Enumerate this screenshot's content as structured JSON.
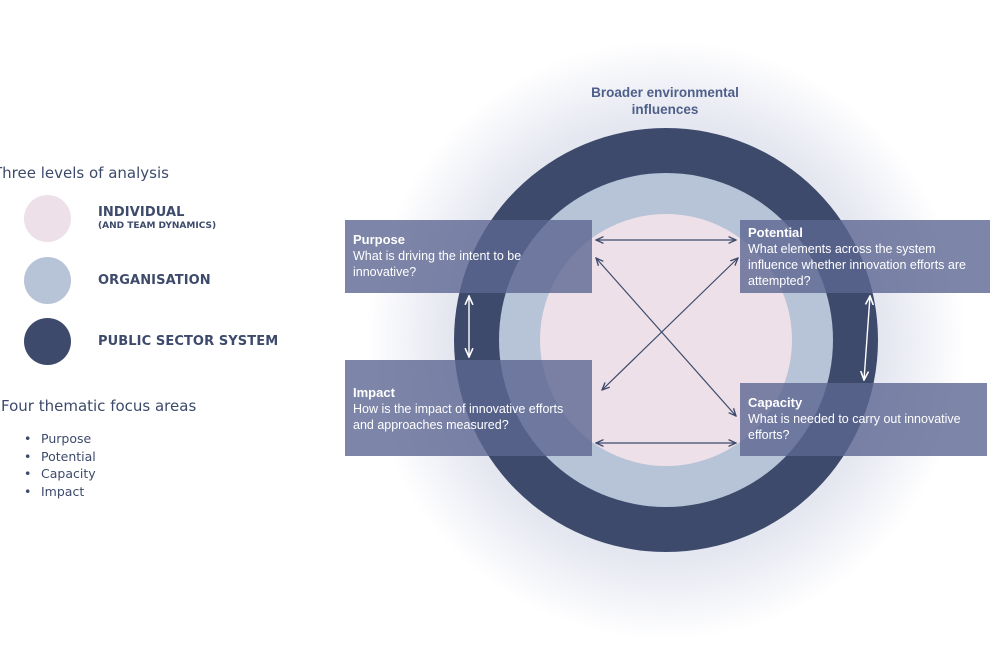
{
  "legend": {
    "levels_heading": "Three levels of analysis",
    "levels": [
      {
        "label": "INDIVIDUAL",
        "sub": "(AND TEAM DYNAMICS)",
        "color": "#ede0e8"
      },
      {
        "label": "ORGANISATION",
        "sub": "",
        "color": "#b7c3d6"
      },
      {
        "label": "PUBLIC SECTOR SYSTEM",
        "sub": "",
        "color": "#3d4a6b"
      }
    ],
    "focus_heading": "Four thematic focus areas",
    "focus_areas": [
      "Purpose",
      "Potential",
      "Capacity",
      "Impact"
    ]
  },
  "diagram": {
    "environment_label": "Broader environmental influences",
    "colors": {
      "halo": "#e4e6f0",
      "outer_ring": "#3d4a6b",
      "middle_ring": "#b7c3d6",
      "inner_circle": "#ede0e8",
      "box": "#5c6692",
      "arrow_dark": "#3d4a6b",
      "arrow_light": "#ffffff"
    },
    "boxes": {
      "purpose": {
        "title": "Purpose",
        "text": "What is driving the intent to be innovative?"
      },
      "potential": {
        "title": "Potential",
        "text": "What elements across the system influence whether innovation efforts are attempted?"
      },
      "impact": {
        "title": "Impact",
        "text": "How is the impact of innovative efforts and approaches measured?"
      },
      "capacity": {
        "title": "Capacity",
        "text": "What is needed to carry out innovative efforts?"
      }
    }
  }
}
